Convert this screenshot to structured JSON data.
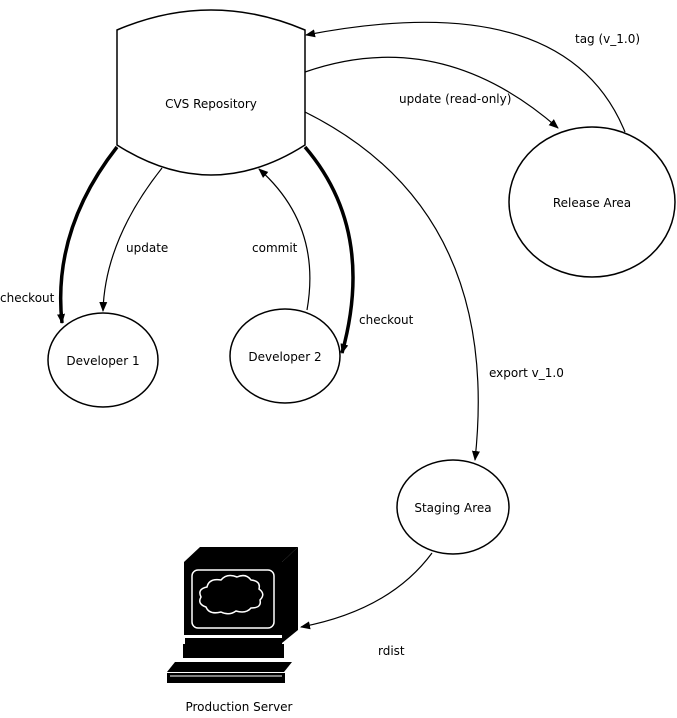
{
  "nodes": {
    "repository": "CVS Repository",
    "developer1": "Developer 1",
    "developer2": "Developer 2",
    "release": "Release Area",
    "staging": "Staging Area",
    "production": "Production Server"
  },
  "edges": {
    "checkout1": "checkout",
    "update": "update",
    "commit": "commit",
    "checkout2": "checkout",
    "update_readonly": "update (read-only)",
    "tag": "tag (v_1.0)",
    "export": "export v_1.0",
    "rdist": "rdist"
  }
}
